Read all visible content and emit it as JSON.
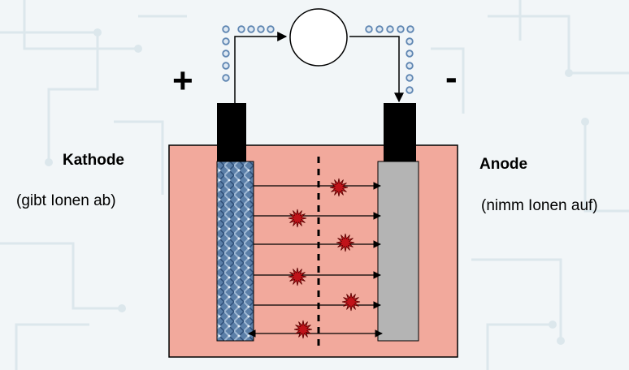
{
  "polarity": {
    "plus": "+",
    "minus": "-"
  },
  "cathode": {
    "title": "Kathode",
    "subtitle": "(gibt Ionen ab)"
  },
  "anode": {
    "title": "Anode",
    "subtitle": "(nimm Ionen auf)"
  },
  "ion_count": 6,
  "colors": {
    "electrolyte": "#f2a99c",
    "cathode_fill": "#5b7fa8",
    "anode_fill": "#b4b4b4",
    "terminal": "#000000",
    "ion": "#c0131a",
    "electron": "#5f86b2"
  },
  "icons": {
    "meter": "circle-meter-icon",
    "ion": "star-ion-icon",
    "electron": "electron-dot-icon"
  }
}
